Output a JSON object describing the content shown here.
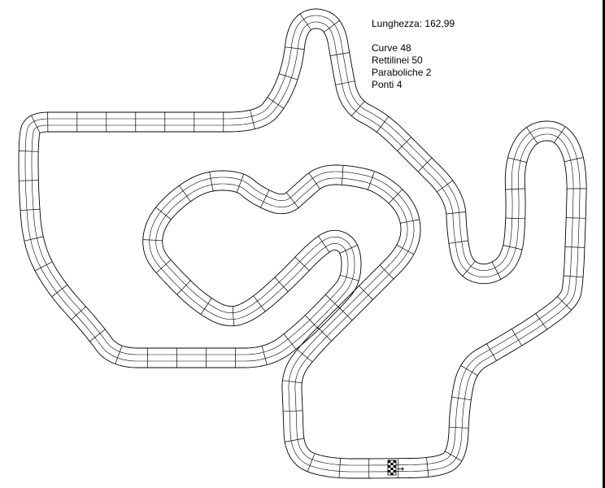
{
  "stats": {
    "length_label": "Lunghezza:",
    "length_value": "162,99",
    "curves_label": "Curve",
    "curves_value": "48",
    "straights_label": "Rettilinei",
    "straights_value": "50",
    "parabolics_label": "Paraboliche",
    "parabolics_value": "2",
    "bridges_label": "Ponti",
    "bridges_value": "4"
  },
  "colors": {
    "background": "#ffffff",
    "track_line": "#000000"
  },
  "icons": {
    "start_finish": "checkered-flag-icon",
    "direction": "arrow-right-icon"
  },
  "direction_glyph": "→"
}
